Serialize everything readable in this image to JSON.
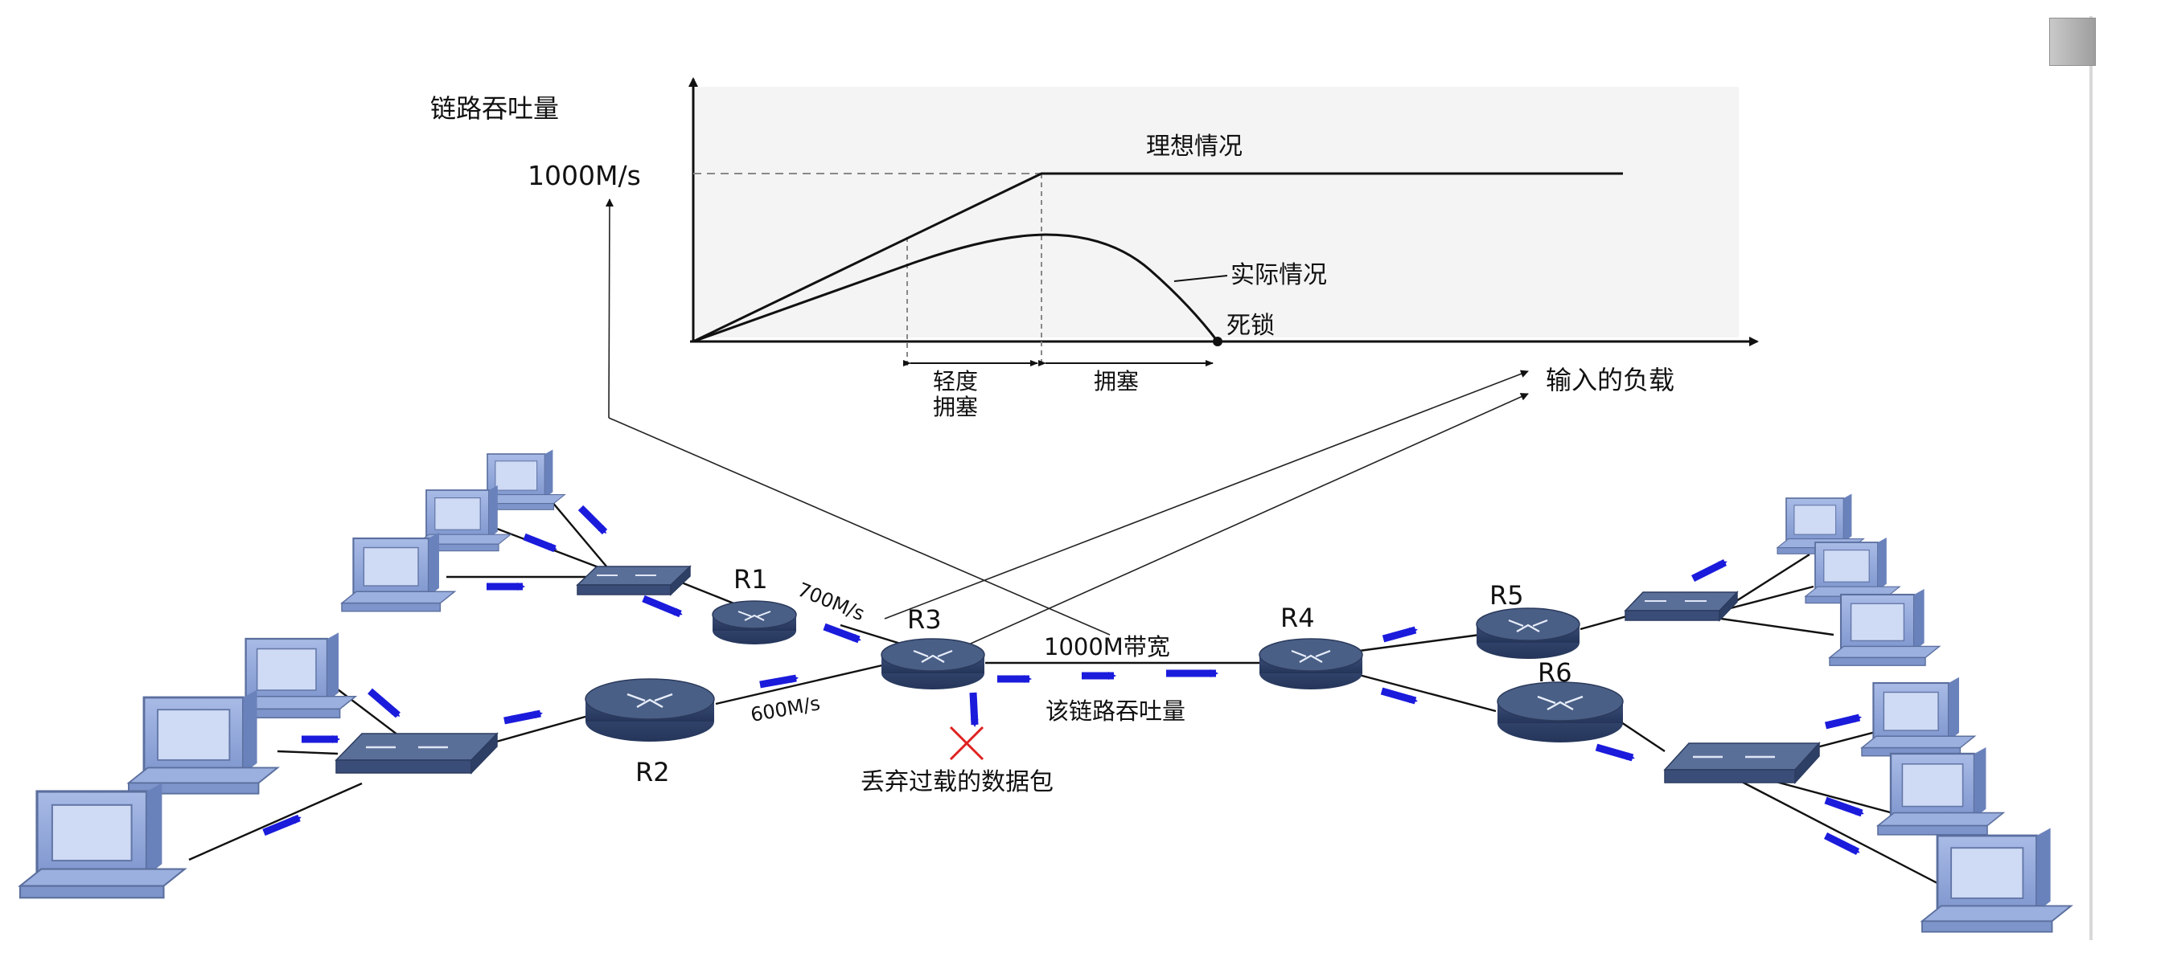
{
  "chart": {
    "y_axis_label": "链路吞吐量",
    "y_tick": "1000M/s",
    "x_axis_label": "输入的负载",
    "ideal_label": "理想情况",
    "actual_label": "实际情况",
    "deadlock_label": "死锁",
    "light_congestion_line1": "轻度",
    "light_congestion_line2": "拥塞",
    "congestion_label": "拥塞"
  },
  "network": {
    "routers": [
      "R1",
      "R2",
      "R3",
      "R4",
      "R5",
      "R6"
    ],
    "link_r1_r3": "700M/s",
    "link_r2_r3": "600M/s",
    "link_r3_r4_bandwidth": "1000M带宽",
    "link_r3_r4_throughput": "该链路吞吐量",
    "dropped_packets": "丢弃过载的数据包"
  },
  "colors": {
    "packet": "#1b1bdc",
    "drop_mark": "#e02020",
    "router_top": "#4a5f86",
    "switch_top": "#5a6f98",
    "computer": "#8aa2d6"
  }
}
